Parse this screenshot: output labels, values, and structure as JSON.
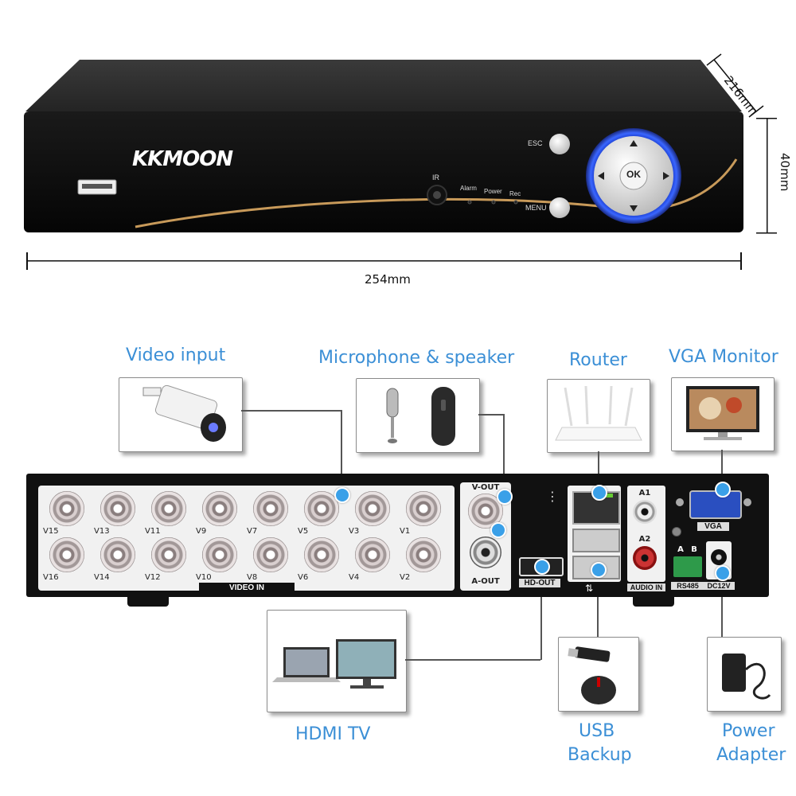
{
  "brand": "KKMOON",
  "front": {
    "ir_label": "IR",
    "leds": [
      "Alarm",
      "Power",
      "Rec"
    ],
    "esc_label": "ESC",
    "menu_label": "MENU",
    "ok_label": "OK"
  },
  "dimensions": {
    "width": "254mm",
    "depth": "216mm",
    "height": "40mm"
  },
  "callouts": {
    "video_input": "Video input",
    "microphone_speaker": "Microphone & speaker",
    "router": "Router",
    "vga_monitor": "VGA Monitor",
    "hdmi_tv": "HDMI TV",
    "usb_backup_line1": "USB",
    "usb_backup_line2": "Backup",
    "power_adapter_line1": "Power",
    "power_adapter_line2": "Adapter"
  },
  "rear": {
    "video_inputs_top": [
      "V15",
      "V13",
      "V11",
      "V9",
      "V7",
      "V5",
      "V3",
      "V1"
    ],
    "video_inputs_bottom": [
      "V16",
      "V14",
      "V12",
      "V10",
      "V8",
      "V6",
      "V4",
      "V2"
    ],
    "video_in_label": "VIDEO IN",
    "v_out_label": "V-OUT",
    "a_out_label": "A-OUT",
    "hd_out_label": "HD-OUT",
    "audio_in_label": "AUDIO IN",
    "a1_label": "A1",
    "a2_label": "A2",
    "a_label": "A",
    "b_label": "B",
    "rs485_label": "RS485",
    "dc_label": "DC12V",
    "vga_label": "VGA"
  }
}
